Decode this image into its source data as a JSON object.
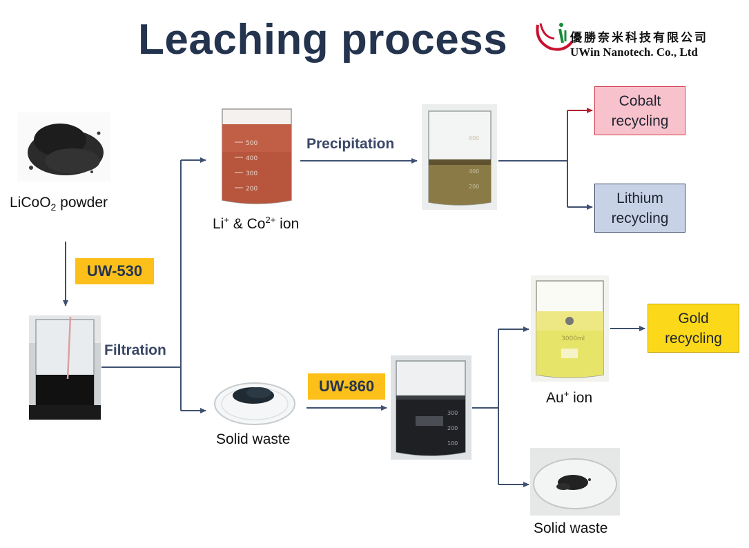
{
  "title": "Leaching process",
  "logo": {
    "company_cn": "優勝奈米科技有限公司",
    "company_en": "UWin Nanotech. Co., Ltd",
    "mark": "UWin"
  },
  "labels": {
    "licoo2_prefix": "LiCoO",
    "licoo2_sub": "2",
    "licoo2_suffix": " powder",
    "li_prefix": "Li",
    "li_sup": "+",
    "co_prefix": " & Co",
    "co_sup": "2+",
    "ion_suffix": " ion",
    "solid_waste_1": "Solid waste",
    "au_prefix": "Au",
    "au_sup": "+",
    "au_suffix": " ion",
    "solid_waste_2": "Solid waste"
  },
  "steps": {
    "filtration": "Filtration",
    "precipitation": "Precipitation"
  },
  "reagents": {
    "uw530": "UW-530",
    "uw860": "UW-860"
  },
  "outputs": {
    "cobalt_line1": "Cobalt",
    "cobalt_line2": "recycling",
    "lithium_line1": "Lithium",
    "lithium_line2": "recycling",
    "gold_line1": "Gold",
    "gold_line2": "recycling"
  },
  "beaker_marks": {
    "ion_beaker": [
      "500",
      "400",
      "300",
      "200"
    ],
    "precip_beaker": [
      "600",
      "400",
      "200"
    ],
    "dark_beaker": [
      "300",
      "200",
      "100"
    ],
    "gold_beaker": "3000ml"
  },
  "colors": {
    "title": "#24344e",
    "arrow": "#3e5070",
    "cobalt_arrow": "#b0222e",
    "reagent_tag": "#fdc01a",
    "cobalt_fill": "#f7c2cc",
    "lithium_fill": "#c7d2e6",
    "gold_fill": "#fbd81a"
  }
}
